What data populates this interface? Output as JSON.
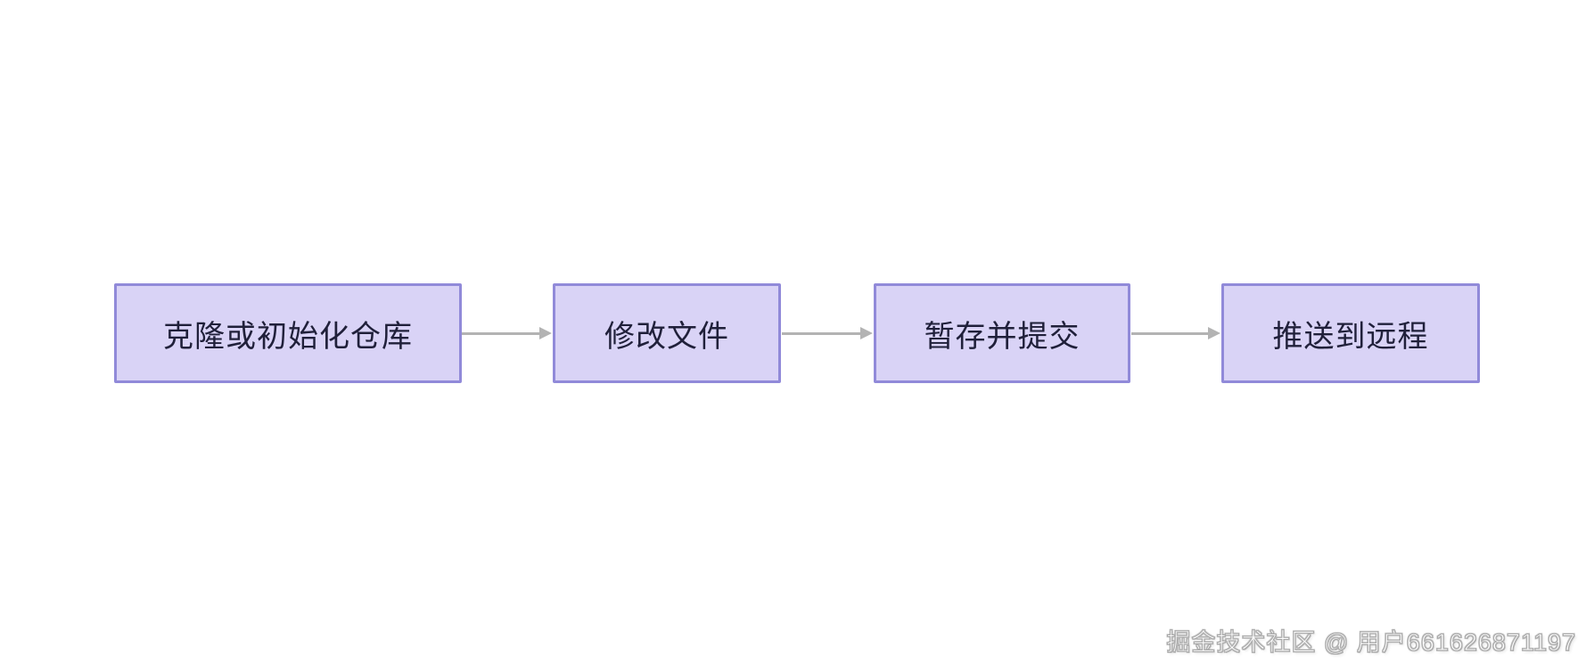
{
  "diagram": {
    "type": "flowchart",
    "direction": "left-to-right",
    "nodes": [
      {
        "label": "克隆或初始化仓库"
      },
      {
        "label": "修改文件"
      },
      {
        "label": "暂存并提交"
      },
      {
        "label": "推送到远程"
      }
    ],
    "edges": [
      {
        "from": "克隆或初始化仓库",
        "to": "修改文件"
      },
      {
        "from": "修改文件",
        "to": "暂存并提交"
      },
      {
        "from": "暂存并提交",
        "to": "推送到远程"
      }
    ],
    "colors": {
      "node_fill": "#d9d3f6",
      "node_border": "#918ad9",
      "node_text": "#20203a",
      "arrow": "#b3b3b3",
      "background": "#ffffff"
    }
  },
  "watermark": {
    "text": "掘金技术社区 @ 用户661626871197"
  }
}
